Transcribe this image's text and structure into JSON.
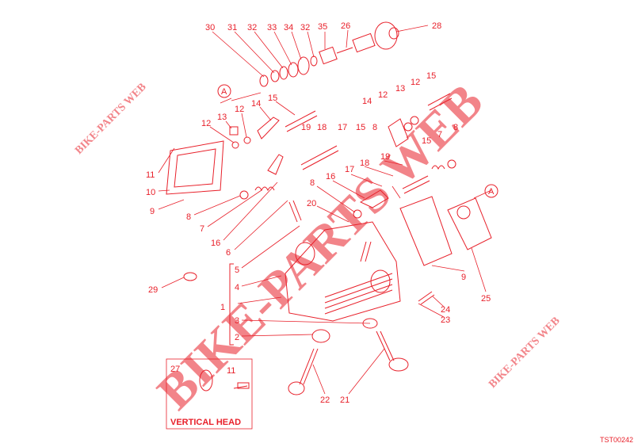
{
  "diagram": {
    "callouts": [
      "30",
      "31",
      "32",
      "33",
      "34",
      "32",
      "35",
      "26",
      "28",
      "15",
      "14",
      "13",
      "12",
      "12",
      "19",
      "18",
      "17",
      "15",
      "8",
      "14",
      "12",
      "13",
      "12",
      "15",
      "15",
      "7",
      "8",
      "11",
      "10",
      "9",
      "8",
      "7",
      "16",
      "6",
      "19",
      "18",
      "17",
      "16",
      "8",
      "20",
      "5",
      "4",
      "1",
      "3",
      "2",
      "29",
      "9",
      "25",
      "24",
      "23",
      "22",
      "21",
      "27",
      "11"
    ],
    "reference_marks": [
      "A",
      "A"
    ],
    "inset_title": "VERTICAL HEAD",
    "drawing_code": "TST00242",
    "watermark": "BIKE-PARTS WEB",
    "accent_color": "#e8202a"
  }
}
